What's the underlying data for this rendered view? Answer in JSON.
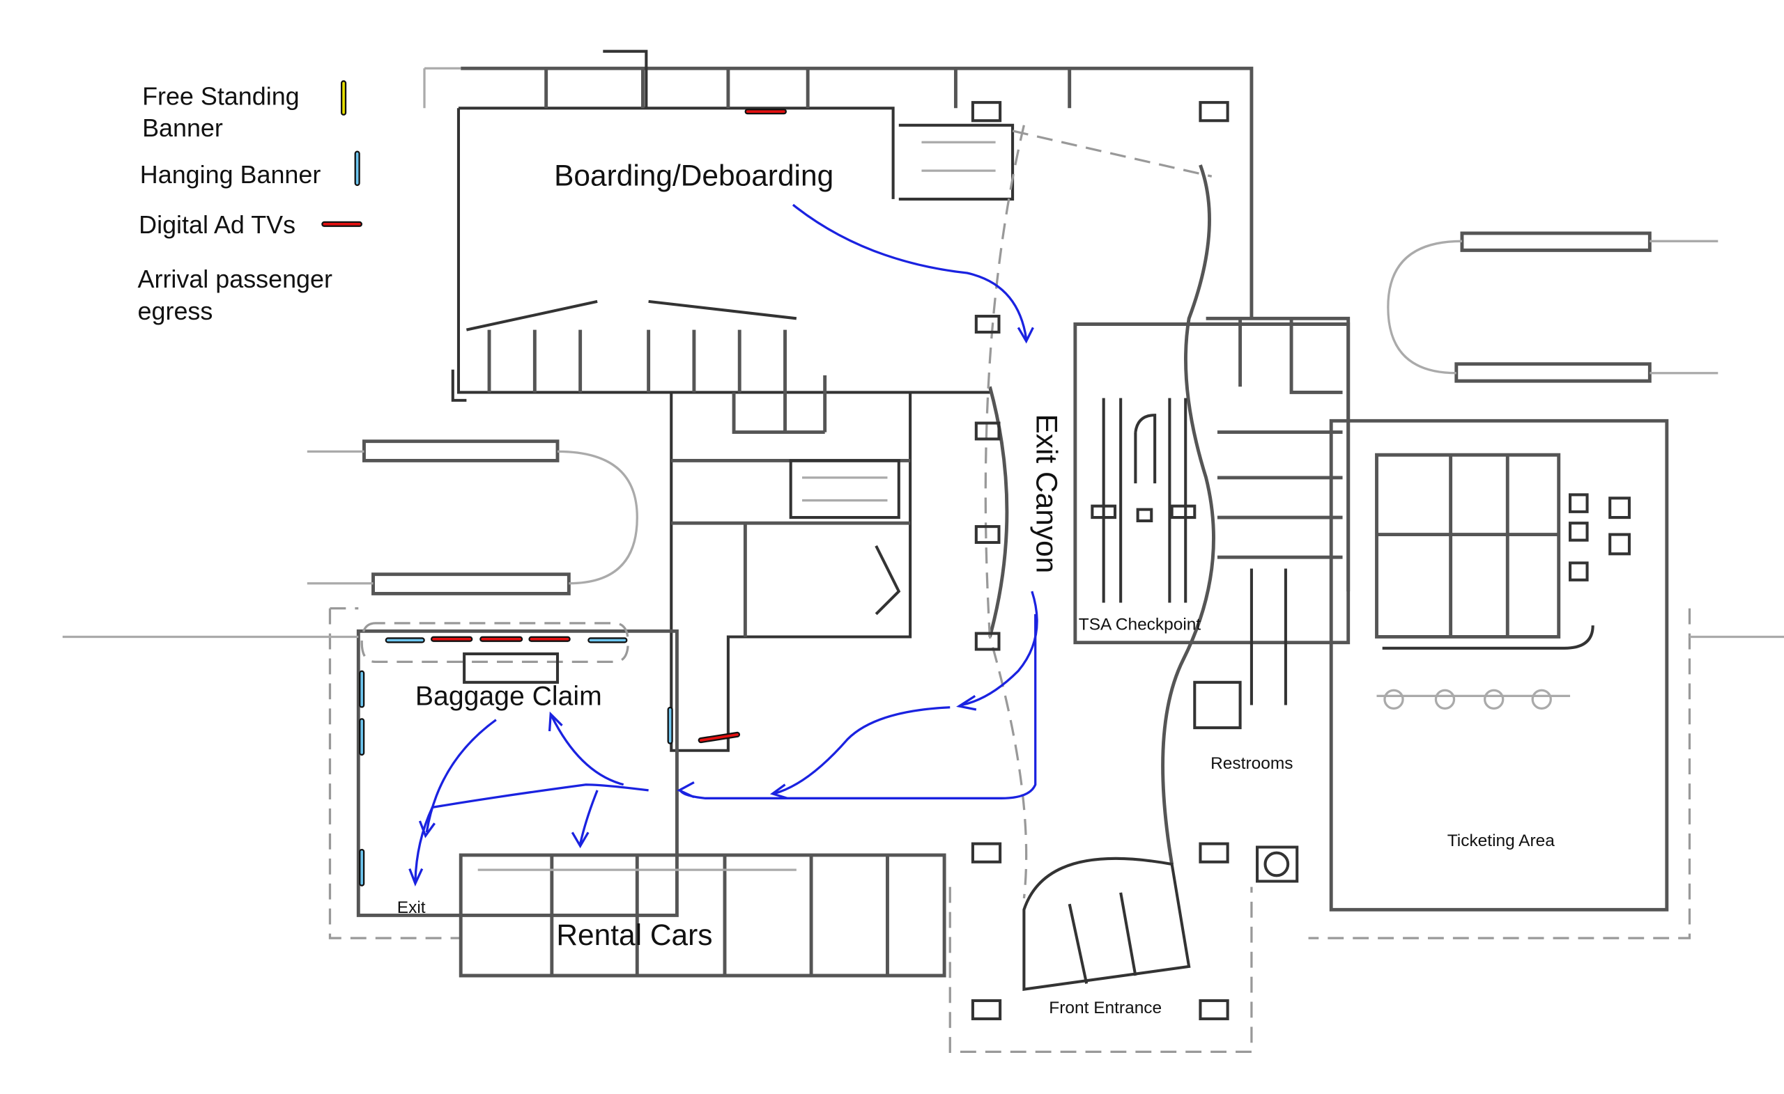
{
  "legend": {
    "items": [
      {
        "label_line1": "Free Standing",
        "label_line2": "Banner",
        "color": "#e8e000"
      },
      {
        "label_line1": "Hanging Banner",
        "color": "#6ec6f0"
      },
      {
        "label_line1": "Digital Ad TVs",
        "color": "#e41010"
      },
      {
        "label_line1": "Arrival passenger",
        "label_line2": "egress",
        "color": "#1a22e0"
      }
    ]
  },
  "areas": {
    "boarding": "Boarding/Deboarding",
    "exit_canyon": "Exit Canyon",
    "tsa": "TSA Checkpoint",
    "baggage": "Baggage Claim",
    "restrooms": "Restrooms",
    "ticketing": "Ticketing Area",
    "exit": "Exit",
    "rental": "Rental Cars",
    "front": "Front Entrance"
  }
}
